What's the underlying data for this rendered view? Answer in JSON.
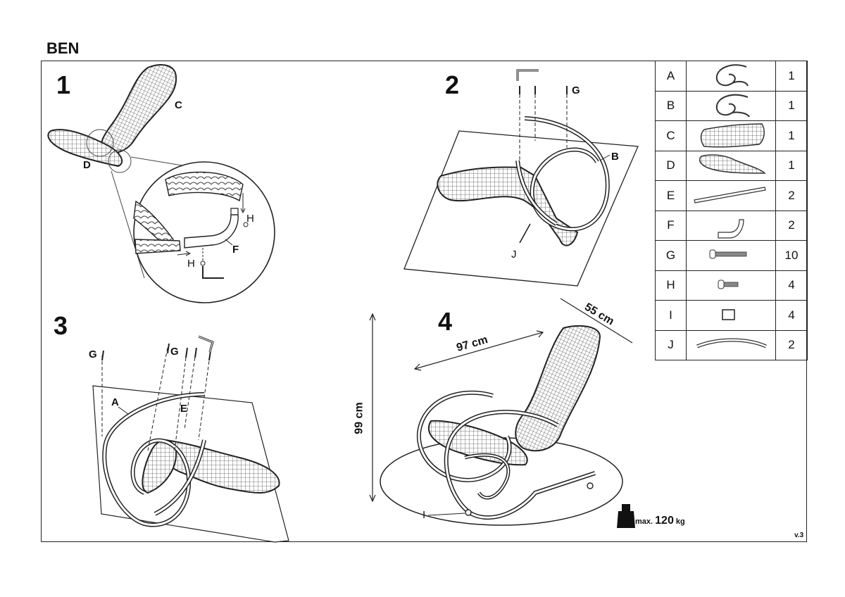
{
  "title": "BEN",
  "steps": [
    "1",
    "2",
    "3",
    "4"
  ],
  "step1": {
    "labels": {
      "c": "C",
      "d": "D",
      "f": "F",
      "h1": "H",
      "h2": "H"
    }
  },
  "step2": {
    "labels": {
      "g": "G",
      "b": "B",
      "j": "J"
    }
  },
  "step3": {
    "labels": {
      "g1": "G",
      "g2": "G",
      "a": "A",
      "e": "E"
    }
  },
  "step4": {
    "dimensions": {
      "width": "97 cm",
      "depth": "55 cm",
      "height": "99 cm"
    },
    "labels": {
      "i": "I"
    },
    "max_load": {
      "prefix": "max.",
      "value": "120",
      "unit": "kg"
    }
  },
  "parts": [
    {
      "letter": "A",
      "icon": "frame-loop-a-icon",
      "qty": "1"
    },
    {
      "letter": "B",
      "icon": "frame-loop-b-icon",
      "qty": "1"
    },
    {
      "letter": "C",
      "icon": "backrest-icon",
      "qty": "1"
    },
    {
      "letter": "D",
      "icon": "seat-icon",
      "qty": "1"
    },
    {
      "letter": "E",
      "icon": "rod-icon",
      "qty": "2"
    },
    {
      "letter": "F",
      "icon": "elbow-tube-icon",
      "qty": "2"
    },
    {
      "letter": "G",
      "icon": "long-bolt-icon",
      "qty": "10"
    },
    {
      "letter": "H",
      "icon": "short-bolt-icon",
      "qty": "4"
    },
    {
      "letter": "I",
      "icon": "foot-cap-icon",
      "qty": "4"
    },
    {
      "letter": "J",
      "icon": "runner-bar-icon",
      "qty": "2"
    }
  ],
  "version": "v.3"
}
